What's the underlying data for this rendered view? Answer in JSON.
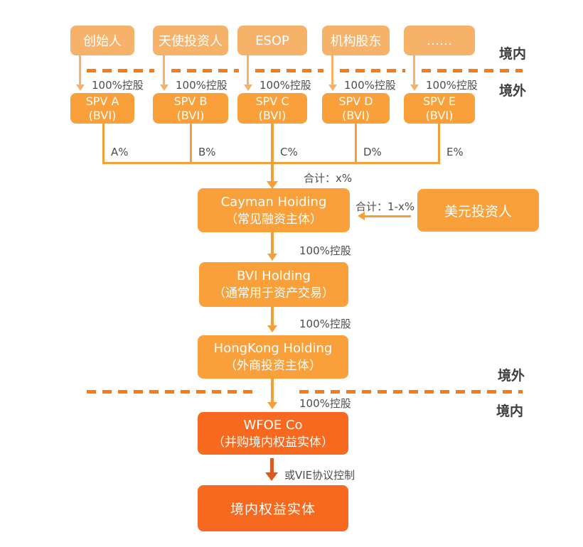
{
  "colors": {
    "background": "#FFFFFF",
    "box_light_orange": "#F7B269",
    "box_mid_orange": "#F9A03A",
    "box_deep_orange": "#F6691F",
    "connector_orange": "#F5A036",
    "arrow_dark_orange": "#DD5A1E",
    "dash_orange": "#F87B16",
    "label_text": "#4D4D4D",
    "region_text": "#3E3E3E",
    "box_text": "#FFFFFF"
  },
  "regions": {
    "domestic_top": "境内",
    "offshore_top": "境外",
    "offshore_bottom": "境外",
    "domestic_bottom": "境内"
  },
  "shareholders": [
    {
      "label": "创始人",
      "control": "100%控股",
      "spv_name": "SPV A",
      "spv_locale": "(BVI)",
      "percent": "A%"
    },
    {
      "label": "天使投资人",
      "control": "100%控股",
      "spv_name": "SPV B",
      "spv_locale": "(BVI)",
      "percent": "B%"
    },
    {
      "label": "ESOP",
      "control": "100%控股",
      "spv_name": "SPV C",
      "spv_locale": "(BVI)",
      "percent": "C%"
    },
    {
      "label": "机构股东",
      "control": "100%控股",
      "spv_name": "SPV D",
      "spv_locale": "(BVI)",
      "percent": "D%"
    },
    {
      "label": "……",
      "control": "100%控股",
      "spv_name": "SPV E",
      "spv_locale": "(BVI)",
      "percent": "E%"
    }
  ],
  "aggregate_label": "合计：x%",
  "cayman": {
    "title": "Cayman Hoiding",
    "subtitle": "（常见融资主体）"
  },
  "usd_investor": {
    "label": "美元投资人",
    "stake_label": "合计：1-x%"
  },
  "bvi": {
    "title": "BVI Holding",
    "subtitle": "（通常用于资产交易）",
    "control": "100%控股"
  },
  "hongkong": {
    "title": "HongKong Holding",
    "subtitle": "（外商投资主体）",
    "control": "100%控股"
  },
  "wfoe": {
    "title": "WFOE Co",
    "subtitle": "（并购境内权益实体）",
    "control": "100%控股"
  },
  "vie_label": "或VIE协议控制",
  "domestic_entity": {
    "title": "境内权益实体"
  }
}
